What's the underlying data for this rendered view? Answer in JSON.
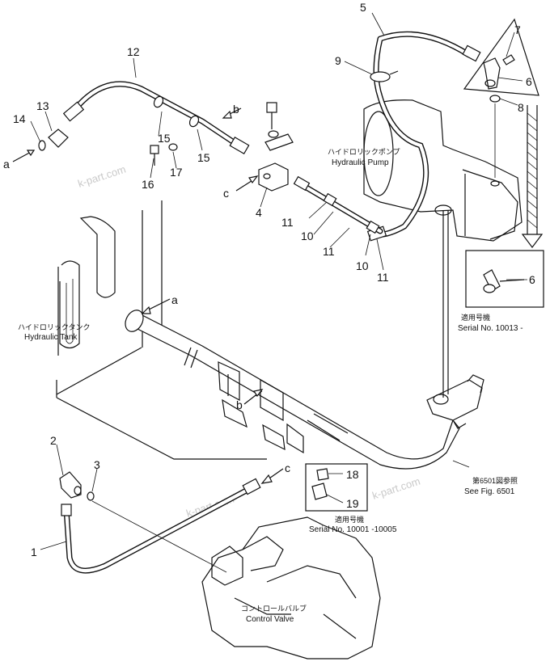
{
  "callouts": {
    "n1": "1",
    "n2": "2",
    "n3": "3",
    "n4": "4",
    "n5": "5",
    "n6a": "6",
    "n6b": "6",
    "n7": "7",
    "n8": "8",
    "n9": "9",
    "n10a": "10",
    "n10b": "10",
    "n11a": "11",
    "n11b": "11",
    "n11c": "11",
    "n12": "12",
    "n13": "13",
    "n14": "14",
    "n15a": "15",
    "n15b": "15",
    "n16": "16",
    "n17": "17",
    "n18": "18",
    "n19": "19"
  },
  "connectors": {
    "a1": "a",
    "a2": "a",
    "b1": "b",
    "b2": "b",
    "c1": "c",
    "c2": "c"
  },
  "labels": {
    "hydraulic_pump_jp": "ハイドロリックポンプ",
    "hydraulic_pump_en": "Hydraulic Pump",
    "hydraulic_tank_jp": "ハイドロリックタンク",
    "hydraulic_tank_en": "Hydraulic Tank",
    "control_valve_jp": "コントロールバルブ",
    "control_valve_en": "Control Valve",
    "see_fig_jp": "第6501図参照",
    "see_fig_en": "See Fig. 6501",
    "serial_a_jp": "適用号機",
    "serial_a_en": "Serial No. 10013 -",
    "serial_b_jp": "適用号機",
    "serial_b_en": "Serial No. 10001 -10005"
  },
  "watermark": "k-part.com"
}
